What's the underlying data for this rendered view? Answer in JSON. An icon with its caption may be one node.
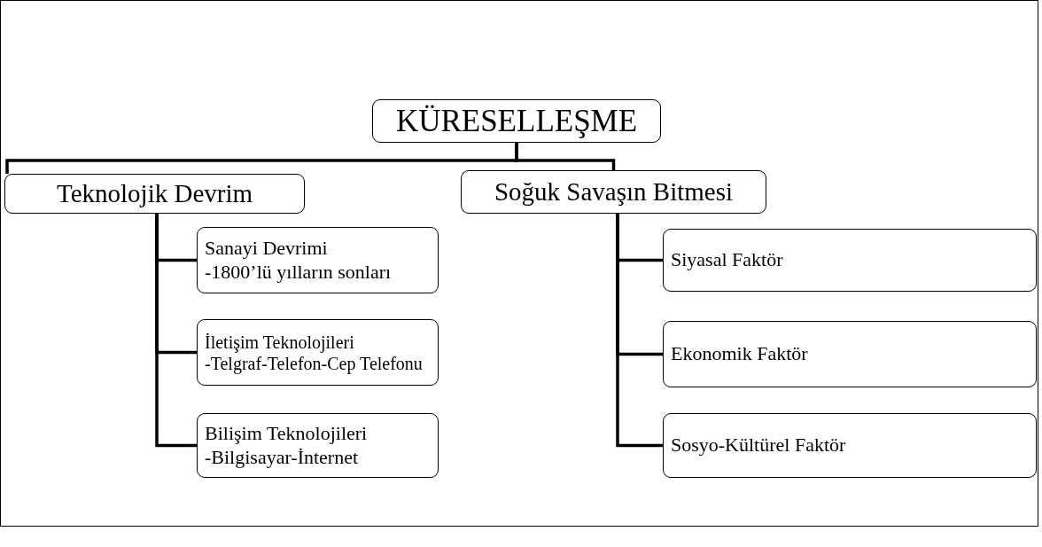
{
  "diagram": {
    "nodes": [
      {
        "text": [
          "KÜRESELLEŞME"
        ]
      },
      {
        "text": [
          "Teknolojik Devrim"
        ]
      },
      {
        "text": [
          "Soğuk Savaşın Bitmesi"
        ]
      },
      {
        "text": [
          "Sanayi Devrimi",
          "-1800’lü yılların sonları"
        ]
      },
      {
        "text": [
          "İletişim Teknolojileri",
          "-Telgraf-Telefon-Cep Telefonu"
        ]
      },
      {
        "text": [
          "Bilişim Teknolojileri",
          "-Bilgisayar-İnternet"
        ]
      },
      {
        "text": [
          "Siyasal Faktör"
        ]
      },
      {
        "text": [
          "Ekonomik Faktör"
        ]
      },
      {
        "text": [
          "Sosyo-Kültürel Faktör"
        ]
      }
    ],
    "edges": [
      {
        "from": 0,
        "to": 1,
        "arrow": "none"
      },
      {
        "from": 0,
        "to": 2,
        "arrow": "none"
      },
      {
        "from": 1,
        "to": 3,
        "arrow": "none"
      },
      {
        "from": 1,
        "to": 4,
        "arrow": "none"
      },
      {
        "from": 1,
        "to": 5,
        "arrow": "none"
      },
      {
        "from": 2,
        "to": 6,
        "arrow": "none"
      },
      {
        "from": 2,
        "to": 7,
        "arrow": "none"
      },
      {
        "from": 2,
        "to": 8,
        "arrow": "none"
      }
    ]
  }
}
